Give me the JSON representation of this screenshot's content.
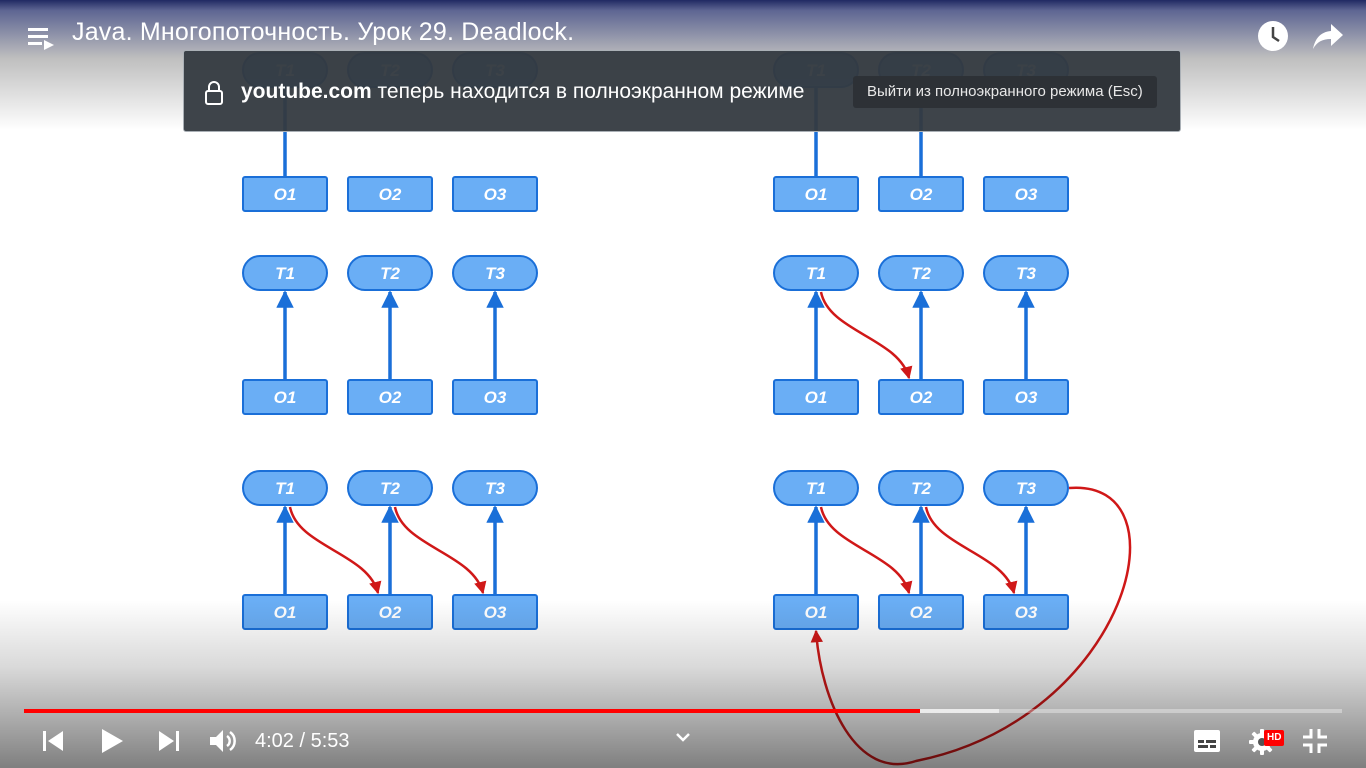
{
  "video": {
    "title": "Java. Многопоточность. Урок 29. Deadlock.",
    "time_current": "4:02",
    "time_separator": "/",
    "time_total": "5:53",
    "progress_played": 0.68,
    "progress_buffered": 0.74,
    "accent_color": "#ff0000",
    "hd_badge": "HD"
  },
  "toast": {
    "domain": "youtube.com",
    "message": "теперь находится в полноэкранном режиме",
    "exit_label": "Выйти из полноэкранного режима (Esc)"
  },
  "diagram": {
    "box_color": "#6aaef5",
    "arrow_color": "#1a6fd8",
    "red_arrow_color": "#d01818",
    "threads": [
      "T1",
      "T2",
      "T3"
    ],
    "objects": [
      "O1",
      "O2",
      "O3"
    ],
    "panels": [
      {
        "id": "top-left",
        "thread_labels": [
          "T1",
          "T2",
          "T3"
        ],
        "object_labels": [
          "O1",
          "O2",
          "O3"
        ],
        "links": [
          [
            0,
            0
          ]
        ],
        "red": []
      },
      {
        "id": "top-right",
        "thread_labels": [
          "T1",
          "T2",
          "T3"
        ],
        "object_labels": [
          "O1",
          "O2",
          "O3"
        ],
        "links": [
          [
            0,
            0
          ],
          [
            1,
            1
          ]
        ],
        "red": []
      },
      {
        "id": "mid-left",
        "thread_labels": [
          "T1",
          "T2",
          "T3"
        ],
        "object_labels": [
          "O1",
          "O2",
          "O3"
        ],
        "links": [
          [
            0,
            0
          ],
          [
            1,
            1
          ],
          [
            2,
            2
          ]
        ],
        "red": []
      },
      {
        "id": "mid-right",
        "thread_labels": [
          "T1",
          "T2",
          "T3"
        ],
        "object_labels": [
          "O1",
          "O2",
          "O3"
        ],
        "links": [
          [
            0,
            0
          ],
          [
            1,
            1
          ],
          [
            2,
            2
          ]
        ],
        "red": [
          [
            0,
            1
          ]
        ]
      },
      {
        "id": "bottom-left",
        "thread_labels": [
          "T1",
          "T2",
          "T3"
        ],
        "object_labels": [
          "O1",
          "O2",
          "O3"
        ],
        "links": [
          [
            0,
            0
          ],
          [
            1,
            1
          ],
          [
            2,
            2
          ]
        ],
        "red": [
          [
            0,
            1
          ],
          [
            1,
            2
          ]
        ]
      },
      {
        "id": "bottom-right",
        "thread_labels": [
          "T1",
          "T2",
          "T3"
        ],
        "object_labels": [
          "O1",
          "O2",
          "O3"
        ],
        "links": [
          [
            0,
            0
          ],
          [
            1,
            1
          ],
          [
            2,
            2
          ]
        ],
        "red": [
          [
            0,
            1
          ],
          [
            1,
            2
          ],
          [
            2,
            0
          ]
        ]
      }
    ]
  },
  "icons": {
    "playlist": "playlist-icon",
    "watch_later": "clock-icon",
    "share": "share-icon",
    "prev": "skip-previous-icon",
    "play": "play-icon",
    "next": "skip-next-icon",
    "volume": "volume-icon",
    "chapters": "chevron-down-icon",
    "subtitles": "subtitles-icon",
    "settings": "gear-icon",
    "exit_fullscreen": "exit-fullscreen-icon",
    "lock": "lock-icon"
  }
}
